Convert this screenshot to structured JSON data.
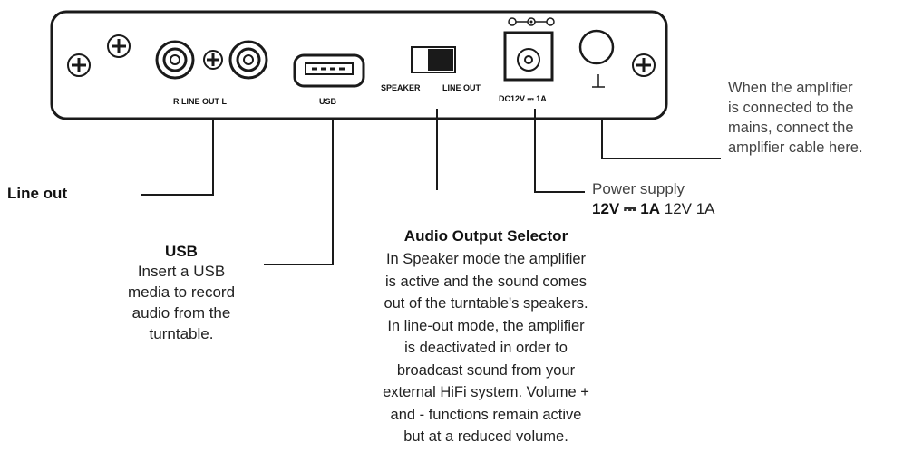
{
  "panel": {
    "line_out_label": "R LINE OUT L",
    "usb_label": "USB",
    "speaker_label": "SPEAKER",
    "lineout_label": "LINE OUT",
    "dc_label": "DC12V ⎓ 1A"
  },
  "callouts": {
    "line_out": {
      "title": "Line out"
    },
    "usb": {
      "title": "USB",
      "lines": [
        "Insert a USB",
        "media to record",
        "audio from the",
        "turntable."
      ]
    },
    "selector": {
      "title": "Audio Output Selector",
      "lines": [
        "In Speaker mode the amplifier",
        "is active and the sound comes",
        "out of the turntable's speakers.",
        "In line-out mode, the amplifier",
        "is deactivated in order to",
        "broadcast sound from your",
        "external HiFi system. Volume +",
        "and - functions remain active",
        "but at a reduced volume."
      ]
    },
    "power": {
      "title": "Power supply",
      "value": "12V ⎓ 1A",
      "value_repeat": "12V  1A"
    },
    "ground": {
      "lines": [
        "When the amplifier",
        "is connected to the",
        "mains, connect the",
        "amplifier cable here."
      ]
    }
  },
  "colors": {
    "line": "#1a1a1a",
    "panel_fill": "#ffffff",
    "text": "#222222",
    "gray_text": "#444444"
  }
}
